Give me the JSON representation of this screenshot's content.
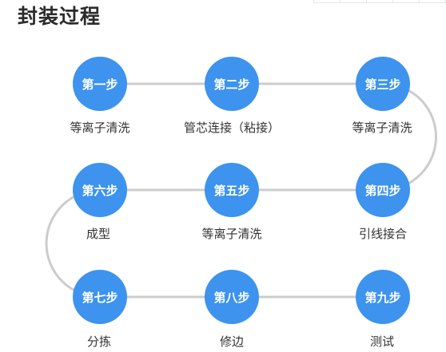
{
  "title": "封装过程",
  "accent_color": "#3d93ee",
  "line_color": "#cccccc",
  "steps": [
    {
      "badge": "第一步",
      "label": "等离子清洗"
    },
    {
      "badge": "第二步",
      "label": "管芯连接（粘接）"
    },
    {
      "badge": "第三步",
      "label": "等离子清洗"
    },
    {
      "badge": "第四步",
      "label": "引线接合"
    },
    {
      "badge": "第五步",
      "label": "等离子清洗"
    },
    {
      "badge": "第六步",
      "label": "成型"
    },
    {
      "badge": "第七步",
      "label": "分拣"
    },
    {
      "badge": "第八步",
      "label": "修边"
    },
    {
      "badge": "第九步",
      "label": "测试"
    }
  ]
}
